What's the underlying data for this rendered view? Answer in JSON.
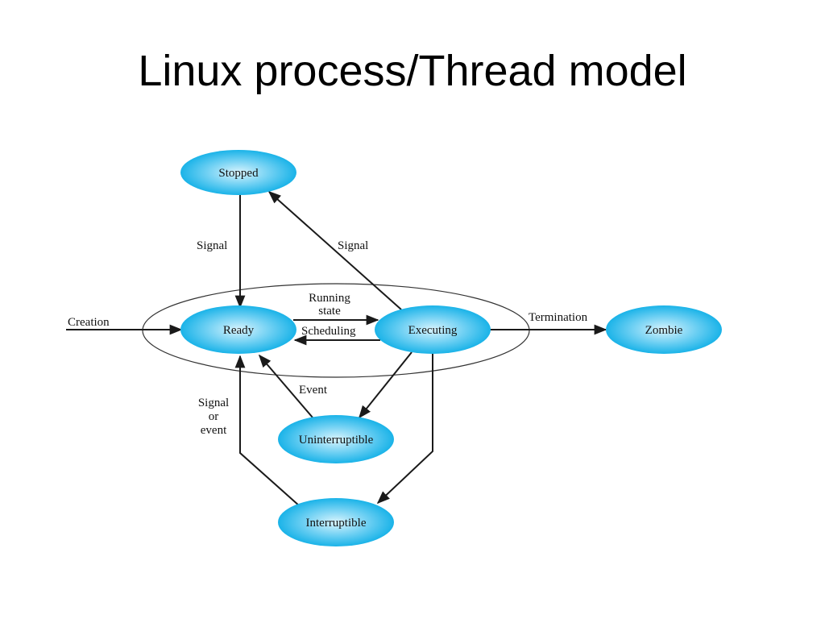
{
  "slide": {
    "title": "Linux process/Thread model"
  },
  "colors": {
    "state_fill_center": "#d9f4fd",
    "state_fill_edge": "#1ab3e8",
    "edge_color": "#1a1a1a"
  },
  "states": {
    "stopped": "Stopped",
    "ready": "Ready",
    "executing": "Executing",
    "zombie": "Zombie",
    "uninterruptible": "Uninterruptible",
    "interruptible": "Interruptible"
  },
  "running_region": {
    "label_line1": "Running",
    "label_line2": "state"
  },
  "transitions": {
    "creation": "Creation",
    "signal_stopped_to_ready": "Signal",
    "signal_executing_to_stopped": "Signal",
    "scheduling": "Scheduling",
    "termination": "Termination",
    "event": "Event",
    "signal_or_event_line1": "Signal",
    "signal_or_event_line2": "or",
    "signal_or_event_line3": "event"
  }
}
